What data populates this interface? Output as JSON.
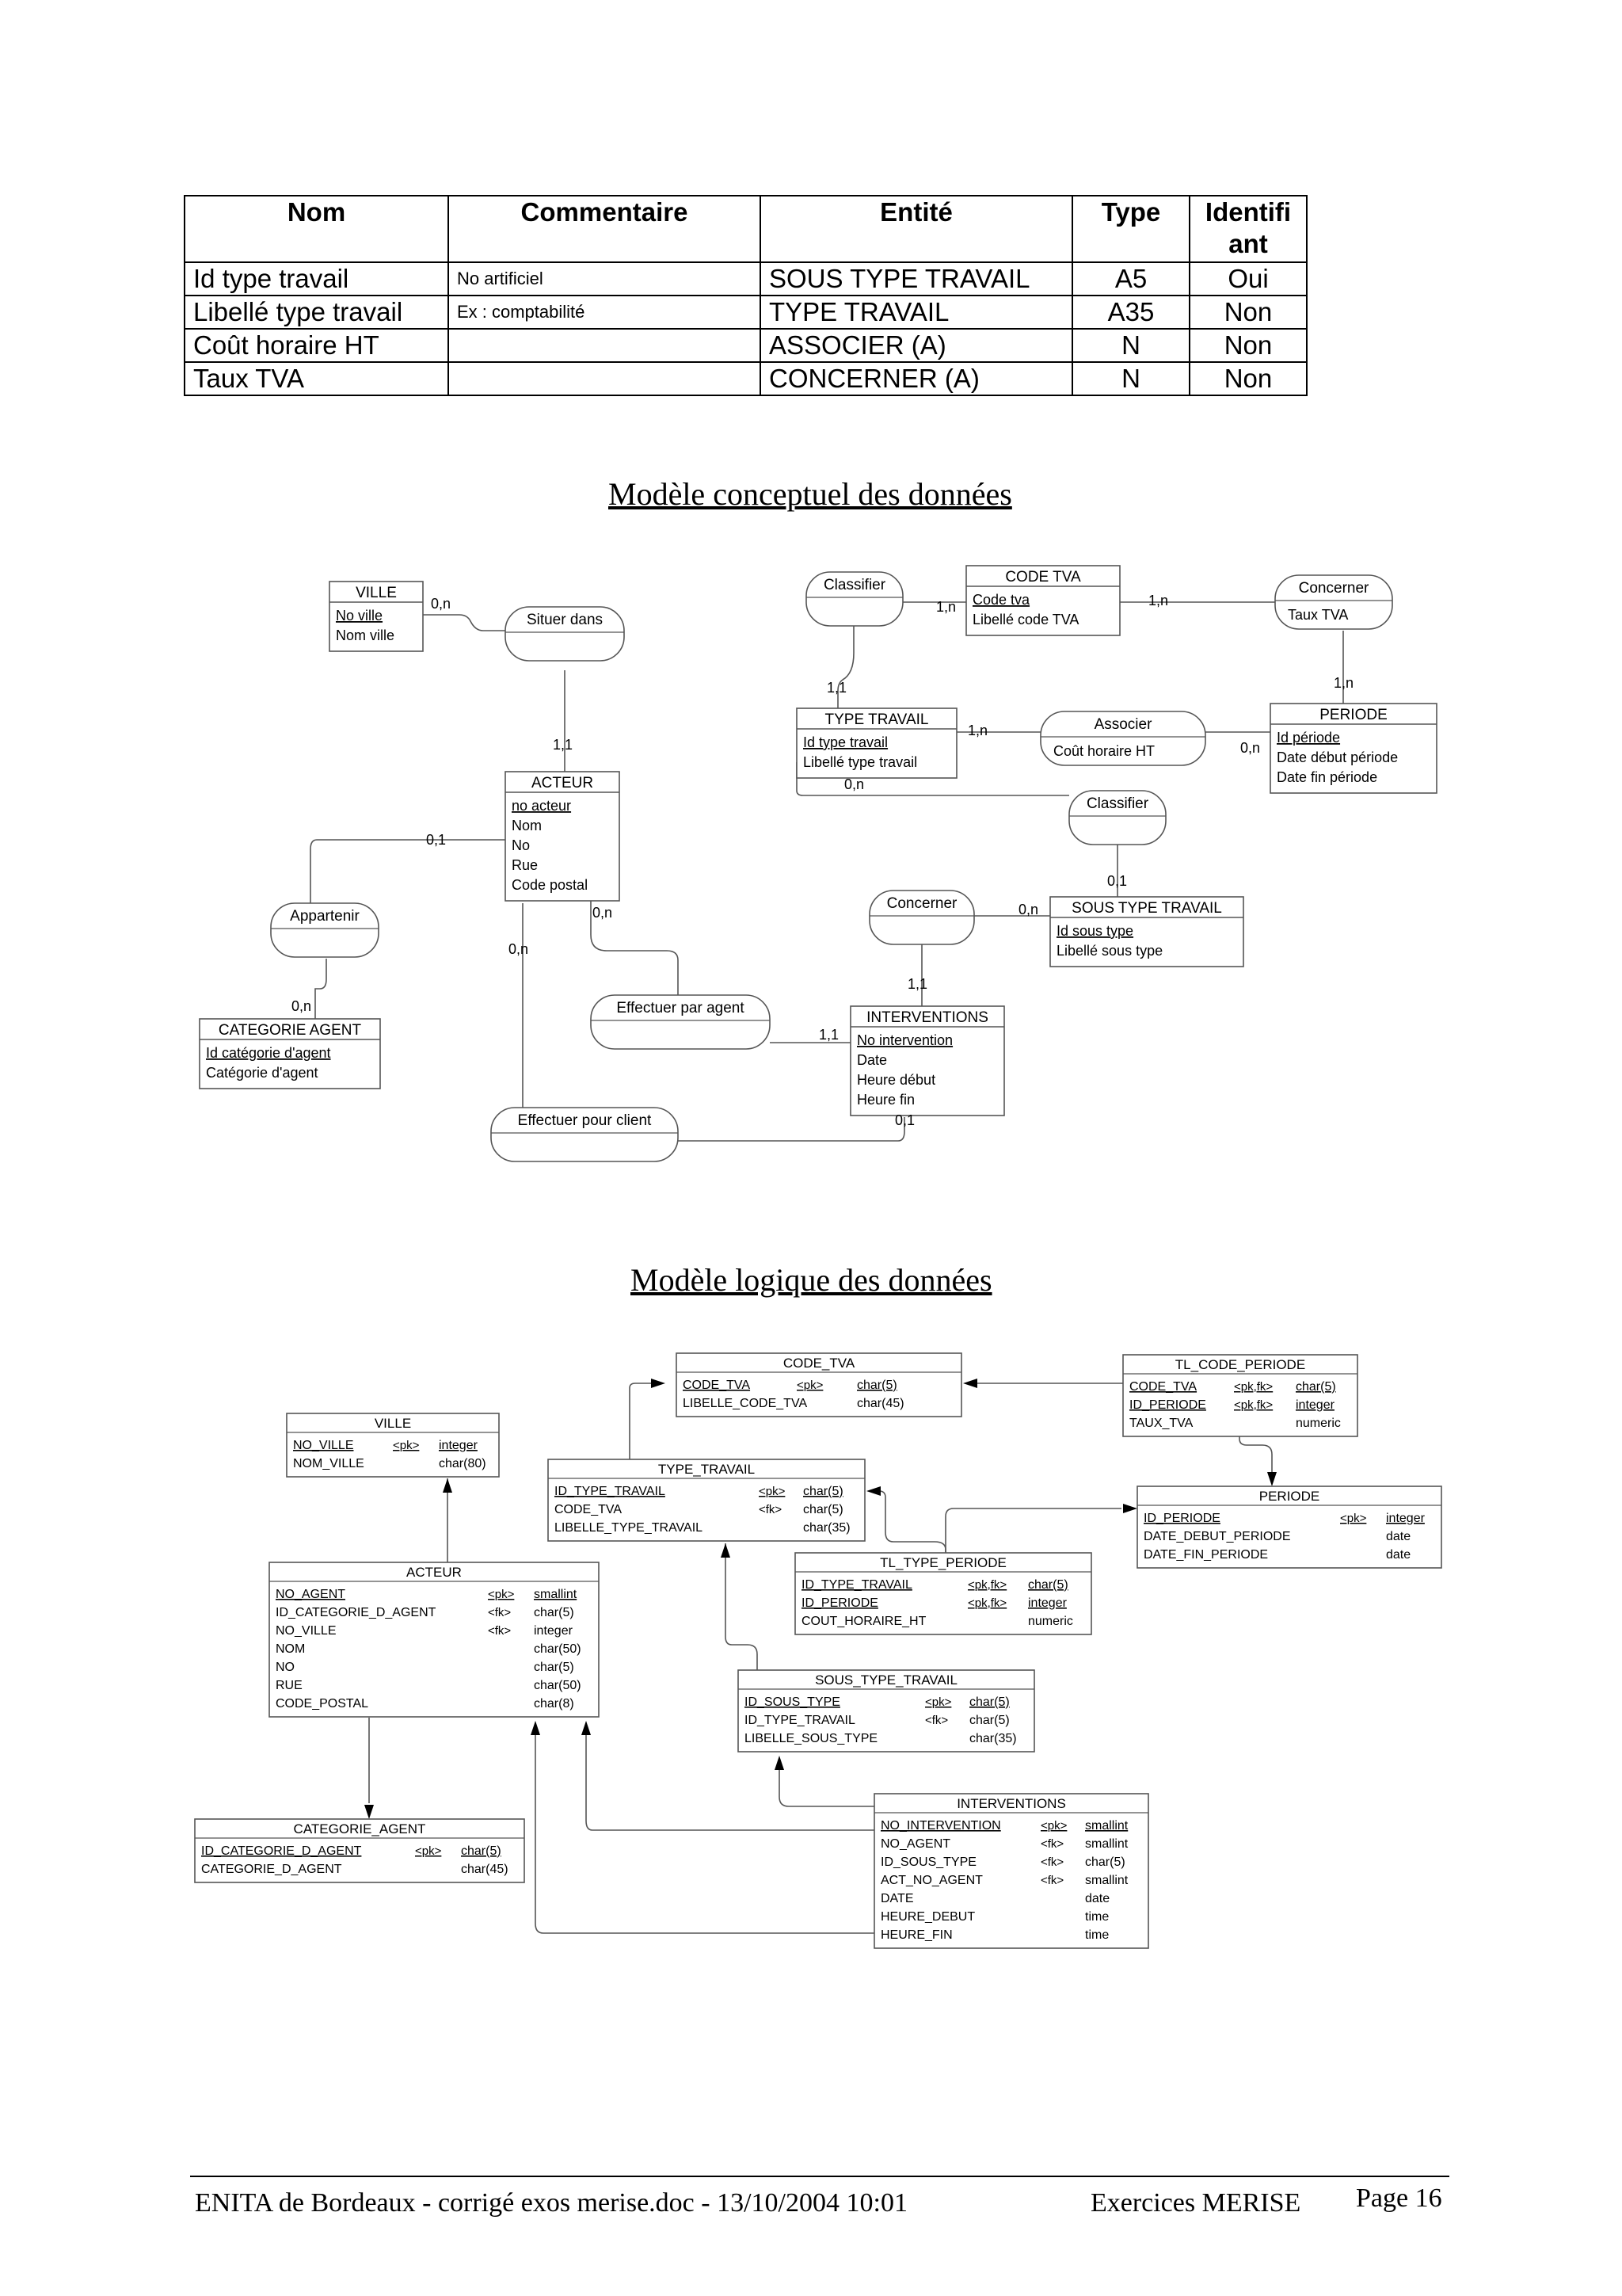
{
  "dictionary": {
    "headers": [
      "Nom",
      "Commentaire",
      "Entité",
      "Type",
      "Identifi ant"
    ],
    "rows": [
      [
        "Id type travail",
        "No artificiel",
        "SOUS TYPE TRAVAIL",
        "A5",
        "Oui"
      ],
      [
        "Libellé type travail",
        "Ex : comptabilité",
        "TYPE TRAVAIL",
        "A35",
        "Non"
      ],
      [
        "Coût horaire HT",
        "",
        "ASSOCIER (A)",
        "N",
        "Non"
      ],
      [
        "Taux TVA",
        "",
        "CONCERNER (A)",
        "N",
        "Non"
      ]
    ]
  },
  "mcd": {
    "title": "Modèle conceptuel des données",
    "entities": [
      {
        "id": "ville",
        "name": "VILLE",
        "attrs": [
          "No ville",
          "Nom ville"
        ],
        "id_count": 1
      },
      {
        "id": "acteur",
        "name": "ACTEUR",
        "attrs": [
          "no acteur",
          "Nom",
          "No",
          "Rue",
          "Code postal"
        ],
        "id_count": 1
      },
      {
        "id": "categorie-agent",
        "name": "CATEGORIE AGENT",
        "attrs": [
          "Id catégorie d'agent",
          "Catégorie d'agent"
        ],
        "id_count": 1
      },
      {
        "id": "code-tva",
        "name": "CODE TVA",
        "attrs": [
          "Code tva",
          "Libellé code TVA"
        ],
        "id_count": 1
      },
      {
        "id": "type-travail",
        "name": "TYPE TRAVAIL",
        "attrs": [
          "Id type travail",
          "Libellé type travail"
        ],
        "id_count": 1
      },
      {
        "id": "periode",
        "name": "PERIODE",
        "attrs": [
          "Id période",
          "Date début période",
          "Date fin période"
        ],
        "id_count": 1
      },
      {
        "id": "sous-type-travail",
        "name": "SOUS TYPE TRAVAIL",
        "attrs": [
          "Id sous type",
          "Libellé sous type"
        ],
        "id_count": 1
      },
      {
        "id": "interventions",
        "name": "INTERVENTIONS",
        "attrs": [
          "No intervention",
          "Date",
          "Heure début",
          "Heure fin"
        ],
        "id_count": 1
      }
    ],
    "associations": [
      {
        "id": "situer-dans",
        "name": "Situer dans",
        "attrs": []
      },
      {
        "id": "appartenir",
        "name": "Appartenir",
        "attrs": []
      },
      {
        "id": "classifier-1",
        "name": "Classifier",
        "attrs": []
      },
      {
        "id": "concerner-1",
        "name": "Concerner",
        "attrs": [
          "Taux TVA"
        ]
      },
      {
        "id": "associer",
        "name": "Associer",
        "attrs": [
          "Coût horaire HT"
        ]
      },
      {
        "id": "classifier-2",
        "name": "Classifier",
        "attrs": []
      },
      {
        "id": "concerner-2",
        "name": "Concerner",
        "attrs": []
      },
      {
        "id": "effectuer-agent",
        "name": "Effectuer par agent",
        "attrs": []
      },
      {
        "id": "effectuer-client",
        "name": "Effectuer pour client",
        "attrs": []
      }
    ],
    "cardinalities": [
      {
        "text": "0,n"
      },
      {
        "text": "1,1"
      },
      {
        "text": "0,1"
      },
      {
        "text": "0,n"
      },
      {
        "text": "1,n"
      },
      {
        "text": "1,1"
      },
      {
        "text": "1,n"
      },
      {
        "text": "1,n"
      },
      {
        "text": "1,n"
      },
      {
        "text": "0,n"
      },
      {
        "text": "0,n"
      },
      {
        "text": "0,1"
      },
      {
        "text": "0,n"
      },
      {
        "text": "1,1"
      },
      {
        "text": "0,n"
      },
      {
        "text": "1,1"
      },
      {
        "text": "0,n"
      },
      {
        "text": "0,1"
      }
    ]
  },
  "mld": {
    "title": "Modèle logique des données",
    "tables": [
      {
        "id": "code-tva",
        "name": "CODE_TVA",
        "cols": [
          [
            "CODE_TVA",
            "<pk>",
            "char(5)"
          ],
          [
            "LIBELLE_CODE_TVA",
            "",
            "char(45)"
          ]
        ],
        "key_count": 1
      },
      {
        "id": "tl-code-periode",
        "name": "TL_CODE_PERIODE",
        "cols": [
          [
            "CODE_TVA",
            "<pk,fk>",
            "char(5)"
          ],
          [
            "ID_PERIODE",
            "<pk,fk>",
            "integer"
          ],
          [
            "TAUX_TVA",
            "",
            "numeric"
          ]
        ],
        "key_count": 2
      },
      {
        "id": "ville",
        "name": "VILLE",
        "cols": [
          [
            "NO_VILLE",
            "<pk>",
            "integer"
          ],
          [
            "NOM_VILLE",
            "",
            "char(80)"
          ]
        ],
        "key_count": 1
      },
      {
        "id": "type-travail",
        "name": "TYPE_TRAVAIL",
        "cols": [
          [
            "ID_TYPE_TRAVAIL",
            "<pk>",
            "char(5)"
          ],
          [
            "CODE_TVA",
            "<fk>",
            "char(5)"
          ],
          [
            "LIBELLE_TYPE_TRAVAIL",
            "",
            "char(35)"
          ]
        ],
        "key_count": 1
      },
      {
        "id": "periode",
        "name": "PERIODE",
        "cols": [
          [
            "ID_PERIODE",
            "<pk>",
            "integer"
          ],
          [
            "DATE_DEBUT_PERIODE",
            "",
            "date"
          ],
          [
            "DATE_FIN_PERIODE",
            "",
            "date"
          ]
        ],
        "key_count": 1
      },
      {
        "id": "tl-type-periode",
        "name": "TL_TYPE_PERIODE",
        "cols": [
          [
            "ID_TYPE_TRAVAIL",
            "<pk,fk>",
            "char(5)"
          ],
          [
            "ID_PERIODE",
            "<pk,fk>",
            "integer"
          ],
          [
            "COUT_HORAIRE_HT",
            "",
            "numeric"
          ]
        ],
        "key_count": 2
      },
      {
        "id": "acteur",
        "name": "ACTEUR",
        "cols": [
          [
            "NO_AGENT",
            "<pk>",
            "smallint"
          ],
          [
            "ID_CATEGORIE_D_AGENT",
            "<fk>",
            "char(5)"
          ],
          [
            "NO_VILLE",
            "<fk>",
            "integer"
          ],
          [
            "NOM",
            "",
            "char(50)"
          ],
          [
            "NO",
            "",
            "char(5)"
          ],
          [
            "RUE",
            "",
            "char(50)"
          ],
          [
            "CODE_POSTAL",
            "",
            "char(8)"
          ]
        ],
        "key_count": 1
      },
      {
        "id": "sous-type-travail",
        "name": "SOUS_TYPE_TRAVAIL",
        "cols": [
          [
            "ID_SOUS_TYPE",
            "<pk>",
            "char(5)"
          ],
          [
            "ID_TYPE_TRAVAIL",
            "<fk>",
            "char(5)"
          ],
          [
            "LIBELLE_SOUS_TYPE",
            "",
            "char(35)"
          ]
        ],
        "key_count": 1
      },
      {
        "id": "categorie-agent",
        "name": "CATEGORIE_AGENT",
        "cols": [
          [
            "ID_CATEGORIE_D_AGENT",
            "<pk>",
            "char(5)"
          ],
          [
            "CATEGORIE_D_AGENT",
            "",
            "char(45)"
          ]
        ],
        "key_count": 1
      },
      {
        "id": "interventions",
        "name": "INTERVENTIONS",
        "cols": [
          [
            "NO_INTERVENTION",
            "<pk>",
            "smallint"
          ],
          [
            "NO_AGENT",
            "<fk>",
            "smallint"
          ],
          [
            "ID_SOUS_TYPE",
            "<fk>",
            "char(5)"
          ],
          [
            "ACT_NO_AGENT",
            "<fk>",
            "smallint"
          ],
          [
            "DATE",
            "",
            "date"
          ],
          [
            "HEURE_DEBUT",
            "",
            "time"
          ],
          [
            "HEURE_FIN",
            "",
            "time"
          ]
        ],
        "key_count": 1
      }
    ]
  },
  "footer": {
    "left": "ENITA de Bordeaux - corrigé exos merise.doc - 13/10/2004 10:01",
    "center": "Exercices MERISE",
    "right": "Page 16"
  }
}
